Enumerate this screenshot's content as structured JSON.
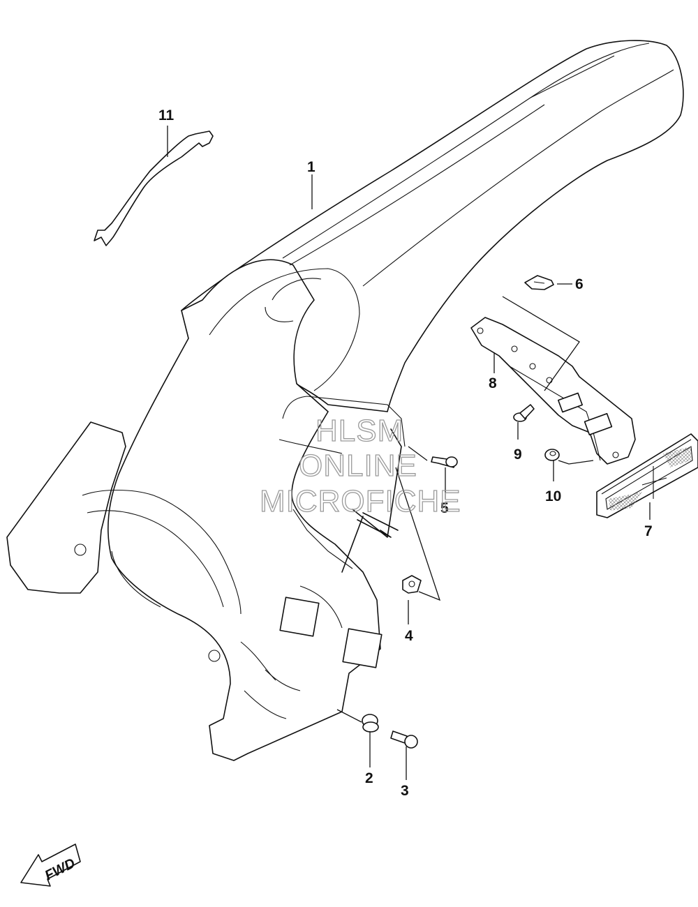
{
  "callouts": {
    "c1": "1",
    "c2": "2",
    "c3": "3",
    "c4": "4",
    "c5": "5",
    "c6": "6",
    "c7": "7",
    "c8": "8",
    "c9": "9",
    "c10": "10",
    "c11": "11"
  },
  "watermark": {
    "line1": "HLSM",
    "line2": "ONLINE",
    "line3": "MICROFICHE"
  },
  "fwd_badge": {
    "label": "FWD"
  },
  "colors": {
    "line": "#111111",
    "watermark": "#9a9a9a",
    "background": "#ffffff"
  }
}
